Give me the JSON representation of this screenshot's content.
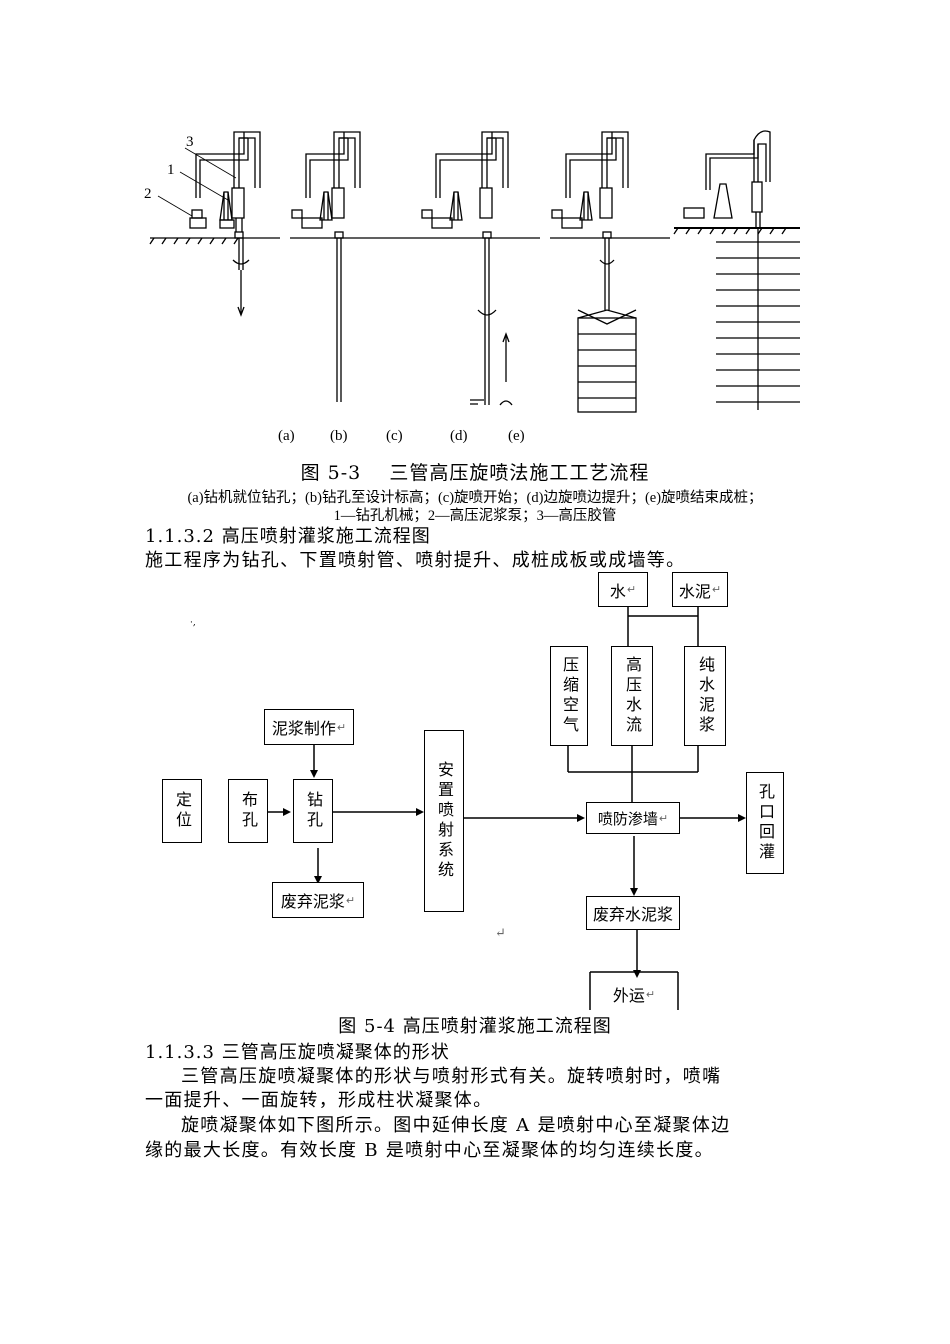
{
  "figure1": {
    "callouts": [
      "3",
      "1",
      "2"
    ],
    "sublabels": [
      "(a)",
      "(b)",
      "(c)",
      "(d)",
      "(e)"
    ],
    "caption": "图 5-3    三管高压旋喷法施工工艺流程",
    "legend_line1": "(a)钻机就位钻孔；(b)钻孔至设计标高；(c)旋喷开始；(d)边旋喷边提升；(e)旋喷结束成桩；",
    "legend_line2": "1—钻孔机械；2—高压泥浆泵；3—高压胶管"
  },
  "section_1132": {
    "heading": "1.1.3.2 高压喷射灌浆施工流程图",
    "text": "施工程序为钻孔、下置喷射管、喷射提升、成桩成板或成墙等。"
  },
  "flowchart": {
    "water": "水",
    "cement": "水泥",
    "compressed_air": "压缩空气",
    "high_pressure_water": "高压水流",
    "pure_cement_slurry": "纯水泥浆",
    "mud_making": "泥浆制作",
    "positioning": "定位",
    "layout_holes": "布孔",
    "drilling": "钻孔",
    "install_jet_system": "安置喷射系统",
    "jet_antiseepage_wall": "喷防渗墙",
    "hole_backfill": "孔口回灌",
    "waste_mud": "废弃泥浆",
    "waste_cement_slurry": "废弃水泥浆",
    "transport_out": "外运",
    "return_mark": "↵",
    "stray_mark": "·,"
  },
  "figure2": {
    "caption": "图 5-4 高压喷射灌浆施工流程图"
  },
  "section_1133": {
    "heading": "1.1.3.3 三管高压旋喷凝聚体的形状",
    "para1_line1": "三管高压旋喷凝聚体的形状与喷射形式有关。旋转喷射时，喷嘴",
    "para1_line2": "一面提升、一面旋转，形成柱状凝聚体。",
    "para2_line1": "旋喷凝聚体如下图所示。图中延伸长度 A 是喷射中心至凝聚体边",
    "para2_line2": "缘的最大长度。有效长度 B 是喷射中心至凝聚体的均匀连续长度。"
  }
}
